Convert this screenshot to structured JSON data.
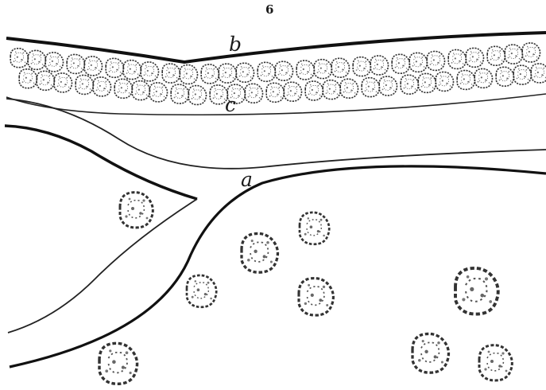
{
  "figure": {
    "number": "6",
    "labels": {
      "a": "a",
      "b": "b",
      "c": "c"
    }
  }
}
